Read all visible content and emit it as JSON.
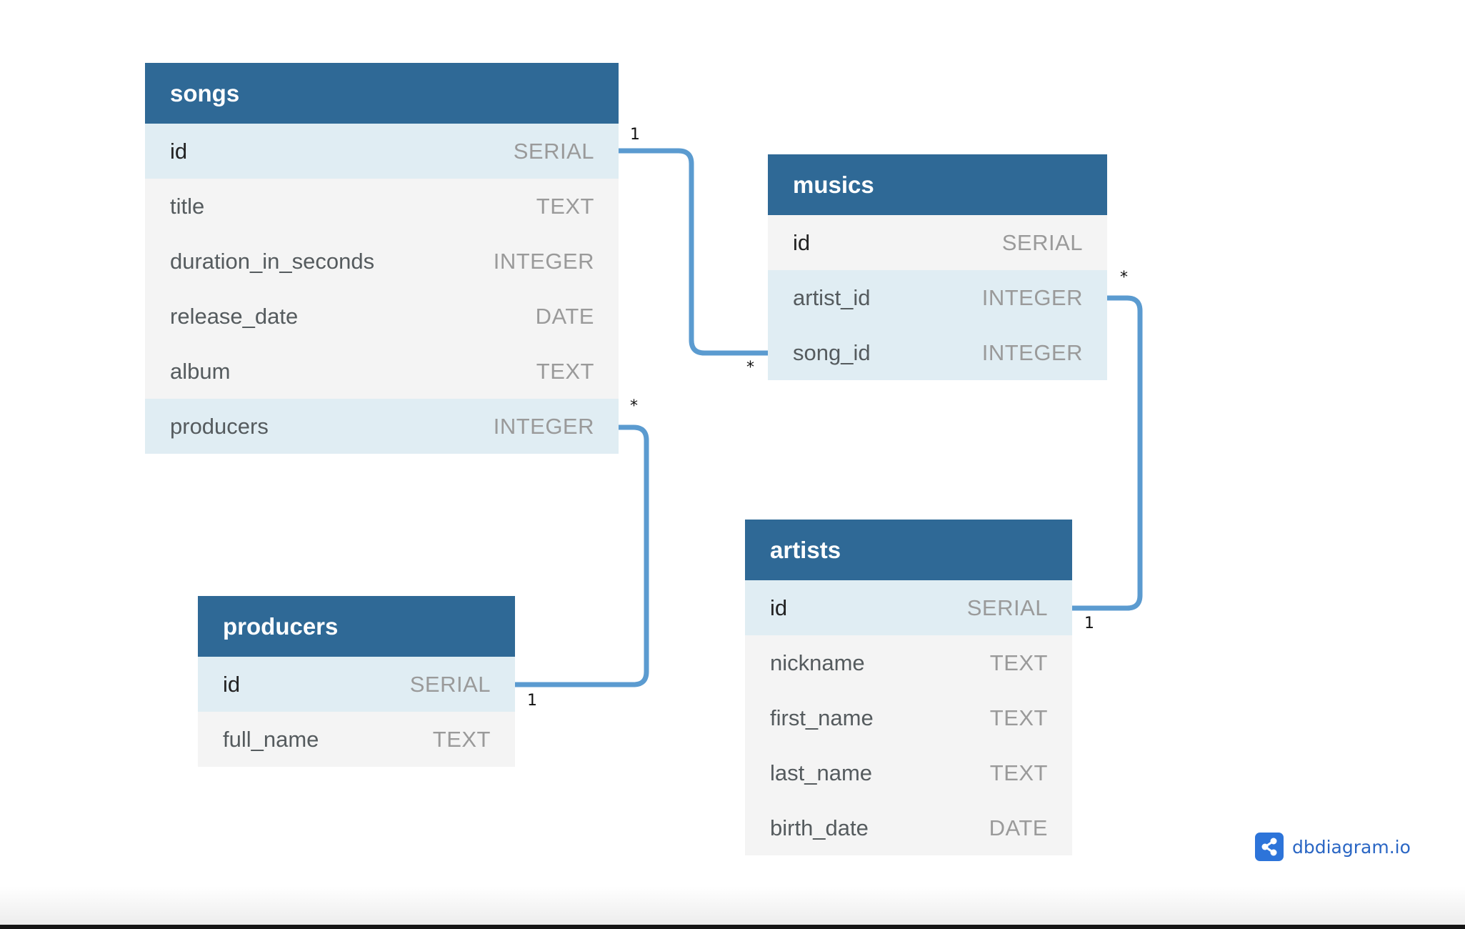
{
  "tables": {
    "songs": {
      "name": "songs",
      "columns": [
        {
          "name": "id",
          "type": "SERIAL"
        },
        {
          "name": "title",
          "type": "TEXT"
        },
        {
          "name": "duration_in_seconds",
          "type": "INTEGER"
        },
        {
          "name": "release_date",
          "type": "DATE"
        },
        {
          "name": "album",
          "type": "TEXT"
        },
        {
          "name": "producers",
          "type": "INTEGER"
        }
      ]
    },
    "musics": {
      "name": "musics",
      "columns": [
        {
          "name": "id",
          "type": "SERIAL"
        },
        {
          "name": "artist_id",
          "type": "INTEGER"
        },
        {
          "name": "song_id",
          "type": "INTEGER"
        }
      ]
    },
    "producers": {
      "name": "producers",
      "columns": [
        {
          "name": "id",
          "type": "SERIAL"
        },
        {
          "name": "full_name",
          "type": "TEXT"
        }
      ]
    },
    "artists": {
      "name": "artists",
      "columns": [
        {
          "name": "id",
          "type": "SERIAL"
        },
        {
          "name": "nickname",
          "type": "TEXT"
        },
        {
          "name": "first_name",
          "type": "TEXT"
        },
        {
          "name": "last_name",
          "type": "TEXT"
        },
        {
          "name": "birth_date",
          "type": "DATE"
        }
      ]
    }
  },
  "relationships": [
    {
      "from": "songs.id",
      "to": "musics.song_id",
      "from_card": "1",
      "to_card": "*"
    },
    {
      "from": "musics.artist_id",
      "to": "artists.id",
      "from_card": "*",
      "to_card": "1"
    },
    {
      "from": "songs.producers",
      "to": "producers.id",
      "from_card": "*",
      "to_card": "1"
    }
  ],
  "brand": {
    "text": "dbdiagram.io",
    "color": "#2a66c4"
  },
  "colors": {
    "header": "#2f6996",
    "highlight_row": "#e0edf3",
    "row": "#f4f4f4",
    "link": "#5b9bd0"
  }
}
